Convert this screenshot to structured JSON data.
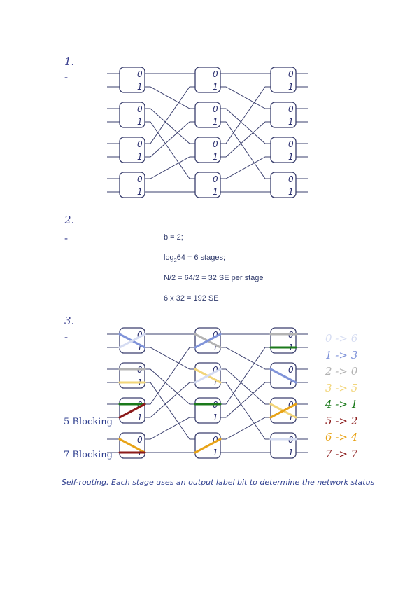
{
  "sections": {
    "s1": {
      "number": "1.",
      "bullet": "-"
    },
    "s2": {
      "number": "2.",
      "bullet": "-"
    },
    "s3": {
      "number": "3.",
      "bullet": "-"
    }
  },
  "switch_labels": {
    "top": "0",
    "bottom": "1"
  },
  "calculations": {
    "line1": "b = 2;",
    "line2_prefix": "log",
    "line2_sub": "2",
    "line2_rest": "64 = 6 stages;",
    "line3": "N/2 = 64/2 = 32 SE per stage",
    "line4": "6 x 32 = 192 SE"
  },
  "blocking_labels": [
    "5 Blocking",
    "7 Blocking"
  ],
  "legend": [
    {
      "text": "0 -> 6",
      "color": "#d5dcf2"
    },
    {
      "text": "1 -> 3",
      "color": "#7f93d9"
    },
    {
      "text": "2 -> 0",
      "color": "#b3b3b3"
    },
    {
      "text": "3 -> 5",
      "color": "#f2d57a"
    },
    {
      "text": "4 -> 1",
      "color": "#1b7a1b"
    },
    {
      "text": "5 -> 2",
      "color": "#8b1a1a"
    },
    {
      "text": "6 -> 4",
      "color": "#e8a317"
    },
    {
      "text": "7 -> 7",
      "color": "#8b1a1a"
    }
  ],
  "caption": "Self-routing. Each stage uses an output label bit to determine the network status"
}
